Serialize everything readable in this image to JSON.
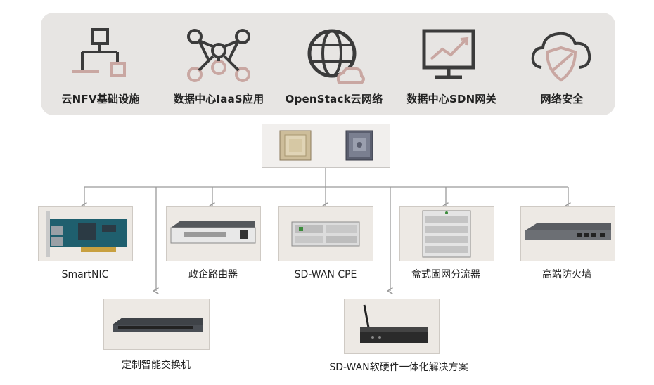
{
  "features": [
    {
      "label": "云NFV基础设施",
      "icon": "flowchart-icon"
    },
    {
      "label": "数据中心IaaS应用",
      "icon": "network-nodes-icon"
    },
    {
      "label": "OpenStack云网络",
      "icon": "globe-cloud-icon"
    },
    {
      "label": "数据中心SDN网关",
      "icon": "monitor-chart-icon"
    },
    {
      "label": "网络安全",
      "icon": "cloud-shield-icon"
    }
  ],
  "chips": [
    {
      "icon": "processor-chip-icon"
    },
    {
      "icon": "secure-chip-icon"
    }
  ],
  "devices": [
    {
      "label": "SmartNIC",
      "icon": "network-card-icon"
    },
    {
      "label": "政企路由器",
      "icon": "router-icon"
    },
    {
      "label": "SD-WAN CPE",
      "icon": "cpe-appliance-icon"
    },
    {
      "label": "盒式固网分流器",
      "icon": "chassis-icon"
    },
    {
      "label": "高端防火墙",
      "icon": "firewall-icon"
    },
    {
      "label": "定制智能交换机",
      "icon": "switch-icon"
    },
    {
      "label": "SD-WAN软硬件一体化解决方案",
      "icon": "wireless-router-icon"
    }
  ],
  "colors": {
    "panel": "#e7e5e3",
    "icon_dark": "#3b3b3b",
    "icon_accent": "#c9a7a2",
    "connector": "#9a9a9a",
    "card": "#ede9e4"
  }
}
